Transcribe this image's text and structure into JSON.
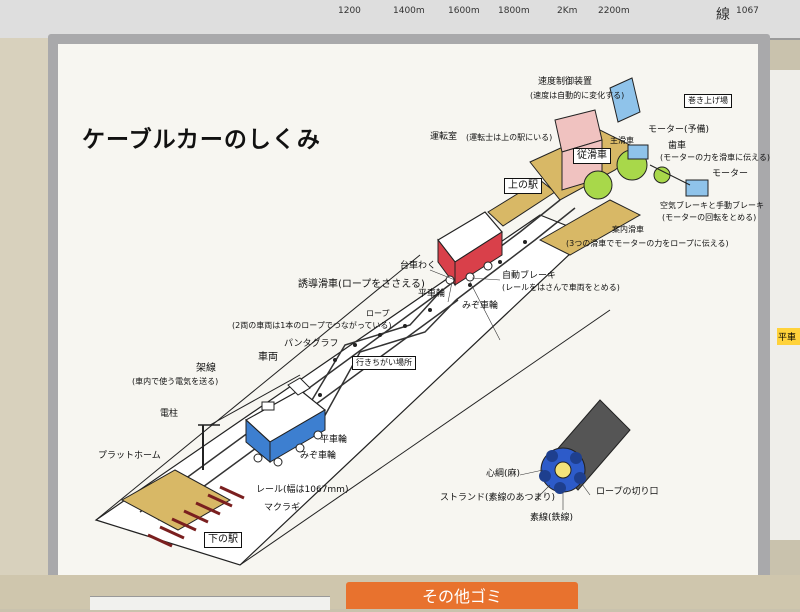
{
  "top_strip": {
    "numbers": [
      "1200",
      "1400m",
      "1600m",
      "1800m",
      "2Km",
      "2200m",
      "1067",
      "線"
    ]
  },
  "board": {
    "title": "ケーブルカーのしくみ",
    "labels": {
      "speed_control": "速度制御装置",
      "speed_control_note": "(速度は自動的に変化する)",
      "hoist": "巻き上げ場",
      "operator_room": "運転室",
      "operator_note": "(運転士は上の駅にいる)",
      "main_sheave": "主滑車",
      "motor_spare": "モーター(予備)",
      "gear": "歯車",
      "gear_note": "(モーターの力を滑車に伝える)",
      "motor": "モーター",
      "follower_sheave": "従滑車",
      "upper_station": "上の駅",
      "brake": "空気ブレーキと手動ブレーキ",
      "brake_note": "(モーターの回転をとめる)",
      "guide_sheave": "案内滑車",
      "guide_note": "(3つの滑車でモーターの力をロープに伝える)",
      "bogie": "台車わく",
      "auto_brake": "自動ブレーキ",
      "auto_brake_note": "(レールをはさんで車両をとめる)",
      "flat_wheel_top": "平車輪",
      "grooved_wheel_top": "みぞ車輪",
      "guide_pulley": "誘導滑車(ロープをささえる)",
      "rope": "ロープ",
      "one_rope": "(2両の車両は1本のロープでつながっている)",
      "pantograph": "パンタグラフ",
      "car": "車両",
      "passing": "行きちがい場所",
      "overhead": "架線",
      "overhead_note": "(車内で使う電気を送る)",
      "pole": "電柱",
      "flat_wheel": "平車輪",
      "grooved_wheel": "みぞ車輪",
      "platform": "プラットホーム",
      "rail": "レール(幅は1067mm)",
      "sleeper": "マクラギ",
      "lower_station": "下の駅",
      "core": "心綱(麻)",
      "strand": "ストランド(素線のあつまり)",
      "rope_cut": "ロープの切り口",
      "wire": "素線(鉄線)"
    }
  },
  "right_board": {
    "text": "平車"
  },
  "bottom": {
    "sign": "その他ゴミ"
  },
  "colors": {
    "platform": "#d8b866",
    "car_blue": "#3d7fd0",
    "car_red": "#d9404a",
    "operator_pink": "#f0c2c0",
    "sheave_green": "#a8d84a",
    "motor_blue": "#8fc3ea",
    "rope_core": "#f3e37a",
    "strand_blue": "#2d5bc9",
    "cable_gray": "#555555"
  }
}
